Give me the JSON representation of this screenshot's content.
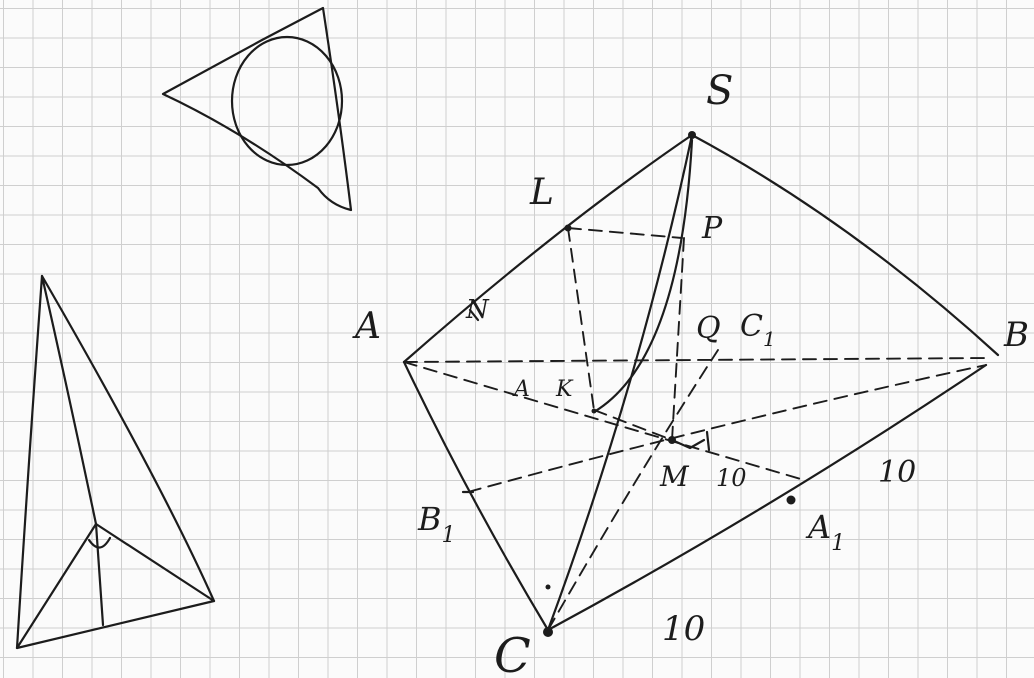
{
  "labels": {
    "S": "S",
    "L": "L",
    "P": "P",
    "A": "A",
    "N": "N",
    "Q": "Q",
    "C1": "C",
    "C1_sub": "1",
    "B": "B",
    "Alpha": "A",
    "K": "K",
    "M": "M",
    "len_MA1": "10",
    "len_A1B": "10",
    "B1": "B",
    "B1_sub": "1",
    "A1": "A",
    "A1_sub": "1",
    "C": "C",
    "len_CA1": "10"
  }
}
